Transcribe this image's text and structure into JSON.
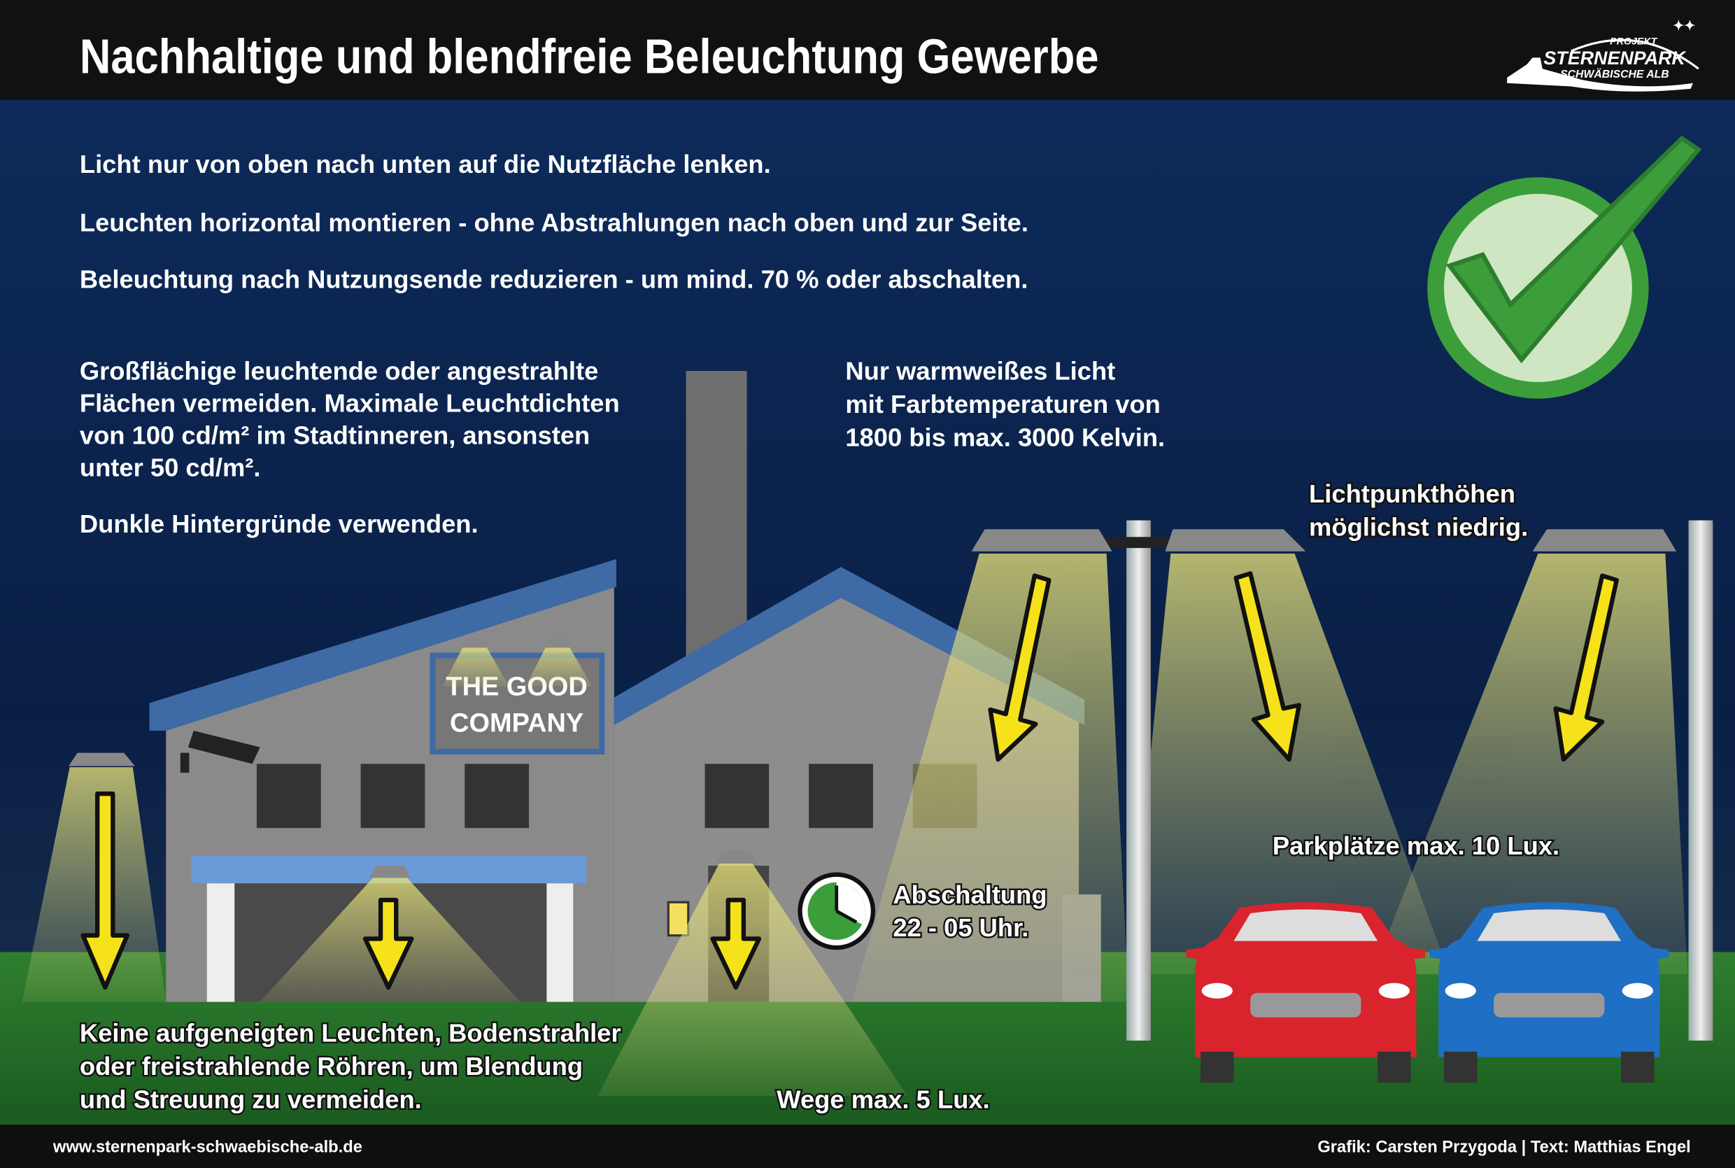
{
  "header": {
    "title": "Nachhaltige und blendfreie Beleuchtung Gewerbe",
    "logo": {
      "line1": "PROJEKT",
      "line2": "STERNENPARK",
      "line3": "SCHWÄBISCHE ALB"
    }
  },
  "rules": [
    "Licht nur von oben nach unten auf die Nutzfläche lenken.",
    "Leuchten horizontal montieren - ohne Abstrahlungen nach oben und zur Seite.",
    "Beleuchtung nach Nutzungsende reduzieren - um mind. 70 % oder abschalten."
  ],
  "surfaces": [
    "Großflächige leuchtende oder angestrahlte",
    "Flächen vermeiden. Maximale Leuchtdichten",
    "von 100 cd/m² im Stadtinneren, ansonsten",
    "unter 50 cd/m²."
  ],
  "dark_backgrounds": "Dunkle Hintergründe verwenden.",
  "warm_light": [
    "Nur warmweißes Licht",
    "mit Farbtemperaturen von",
    "1800 bis max. 3000 Kelvin."
  ],
  "heights": [
    "Lichtpunkthöhen",
    "möglichst niedrig."
  ],
  "sign": [
    "THE GOOD",
    "COMPANY"
  ],
  "shutoff": [
    "Abschaltung",
    "22 - 05 Uhr."
  ],
  "parking": "Parkplätze max. 10 Lux.",
  "paths": "Wege max. 5 Lux.",
  "no_uplights": [
    "Keine aufgeneigten Leuchten, Bodenstrahler",
    "oder freistrahlende Röhren, um Blendung",
    "und Streuung zu vermeiden."
  ],
  "footer": {
    "url": "www.sternenpark-schwaebische-alb.de",
    "credits": "Grafik: Carsten Przygoda | Text: Matthias Engel"
  },
  "colors": {
    "accent_green": "#3b9e3b",
    "light_yellow": "#f5e21a",
    "car_red": "#d9232d",
    "car_blue": "#1f6fc4"
  }
}
